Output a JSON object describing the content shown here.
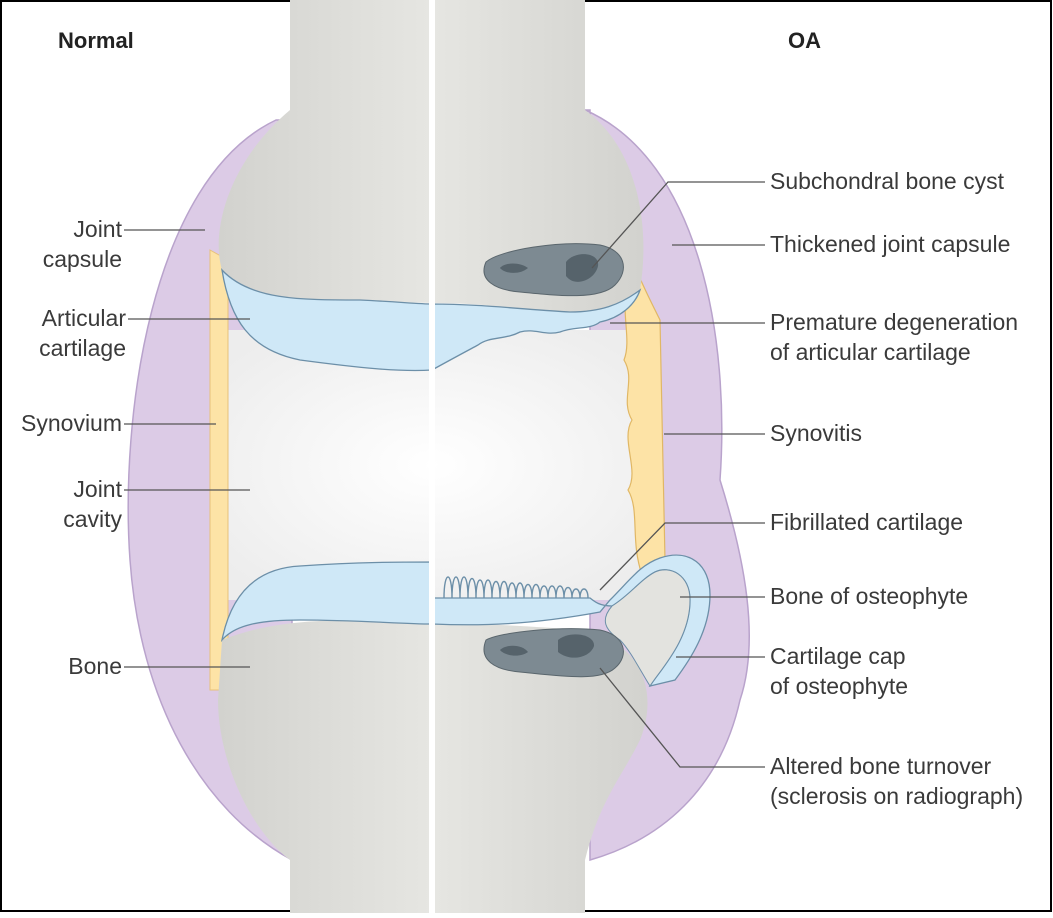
{
  "headers": {
    "left": "Normal",
    "right": "OA"
  },
  "left_labels": {
    "joint_capsule": [
      "Joint",
      "capsule"
    ],
    "articular_cartilage": [
      "Articular",
      "cartilage"
    ],
    "synovium": "Synovium",
    "joint_cavity": [
      "Joint",
      "cavity"
    ],
    "bone": "Bone"
  },
  "right_labels": {
    "subchondral_bone_cyst": "Subchondral bone cyst",
    "thickened_joint_capsule": "Thickened joint capsule",
    "premature_degeneration": [
      "Premature degeneration",
      "of articular cartilage"
    ],
    "synovitis": "Synovitis",
    "fibrillated_cartilage": "Fibrillated cartilage",
    "bone_of_osteophyte": "Bone of osteophyte",
    "cartilage_cap": [
      "Cartilage cap",
      "of osteophyte"
    ],
    "altered_bone_turnover": [
      "Altered bone turnover",
      "(sclerosis on radiograph)"
    ]
  },
  "colors": {
    "capsule": "#dccbe6",
    "capsule_edge": "#b9a3cc",
    "bone": "#dadad6",
    "cartilage": "#cfe8f7",
    "cartilage_edge": "#6c8fa8",
    "synovium": "#fde3a6",
    "cyst": "#6f7d85",
    "leader": "#555555"
  }
}
